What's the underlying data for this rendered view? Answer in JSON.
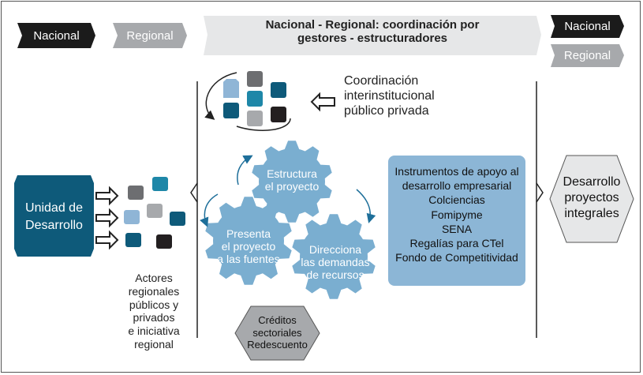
{
  "header": {
    "nacional_left": "Nacional",
    "regional_left": "Regional",
    "center_title_line1": "Nacional - Regional: coordinación por",
    "center_title_line2": "gestores - estructuradores",
    "nacional_right": "Nacional",
    "regional_right": "Regional"
  },
  "coordination": {
    "line1": "Coordinación",
    "line2": "interinstitucional",
    "line3": "público privada"
  },
  "unidad": {
    "line1": "Unidad de",
    "line2": "Desarrollo"
  },
  "actores": {
    "line1": "Actores",
    "line2": "regionales",
    "line3": "públicos y",
    "line4": "privados",
    "line5": "e iniciativa",
    "line6": "regional"
  },
  "gears": {
    "top_line1": "Estructura",
    "top_line2": "el proyecto",
    "left_line1": "Presenta",
    "left_line2": "el proyecto",
    "left_line3": "a las fuentes",
    "right_line1": "Direcciona",
    "right_line2": "las demandas",
    "right_line3": "de recursos"
  },
  "instrumentos": {
    "line1": "Instrumentos de apoyo al",
    "line2": "desarrollo empresarial",
    "line3": "Colciencias",
    "line4": "Fomipyme",
    "line5": "SENA",
    "line6": "Regalías para CTel",
    "line7": "Fondo de Competitividad"
  },
  "creditos": {
    "line1": "Créditos",
    "line2": "sectoriales",
    "line3": "Redescuento"
  },
  "desarrollo": {
    "line1": "Desarrollo",
    "line2": "proyectos",
    "line3": "integrales"
  },
  "colors": {
    "dark_navy": "#1b1b1b",
    "teal_dark": "#0e5a7a",
    "teal": "#1e87a8",
    "light_blue": "#8fb5d6",
    "gear_blue": "#7aaed0",
    "panel_blue": "#8cb6d6",
    "gray": "#a7a9ac",
    "dark_gray": "#6d6e71",
    "black": "#231f20"
  }
}
